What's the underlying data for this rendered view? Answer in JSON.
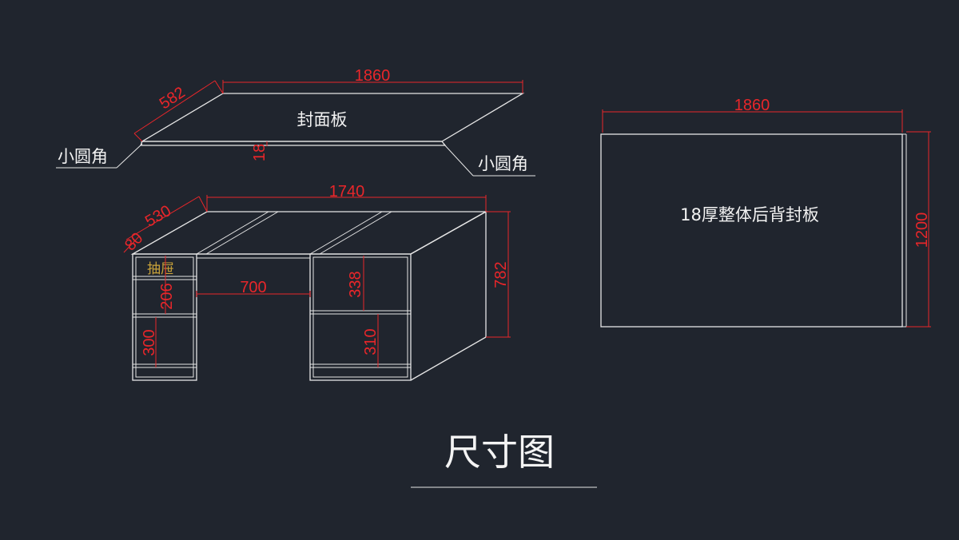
{
  "top_panel": {
    "label": "封面板",
    "dim_length": "1860",
    "dim_depth": "582",
    "dim_thickness": "18",
    "corner_left": "小圆角",
    "corner_right": "小圆角"
  },
  "desk": {
    "dim_width": "1740",
    "dim_depth": "530",
    "dim_small": "80",
    "dim_height": "782",
    "dim_knee": "700",
    "dim_left_drawer": "206",
    "dim_left_shelf": "300",
    "dim_right_upper": "338",
    "dim_right_lower": "310",
    "drawer_label": "抽屉"
  },
  "back_panel": {
    "label": "18厚整体后背封板",
    "dim_width": "1860",
    "dim_height": "1200"
  },
  "title": "尺寸图",
  "colors": {
    "background": "#20252e",
    "line": "#e6e6e6",
    "dimension": "#e8262a",
    "drawer_text": "#c8a23a"
  }
}
